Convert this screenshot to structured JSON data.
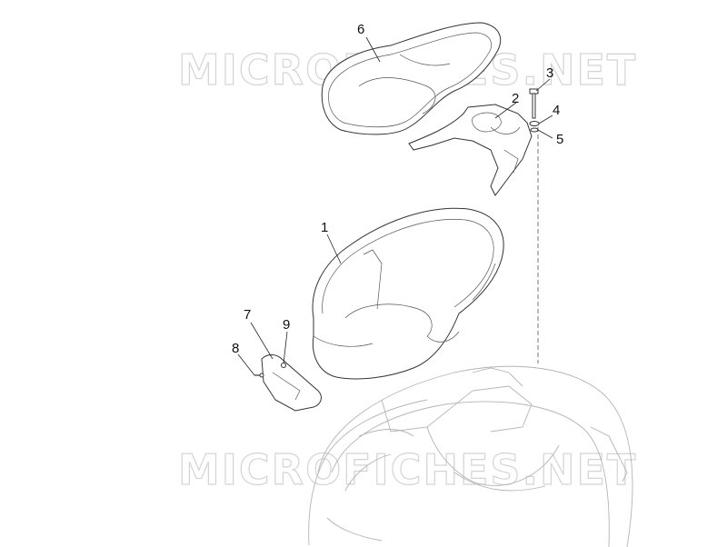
{
  "watermark_top": "MICROFICHES.NET",
  "watermark_bottom": "MICROFICHES.NET",
  "callouts": {
    "c1": "1",
    "c2": "2",
    "c3": "3",
    "c4": "4",
    "c5": "5",
    "c6": "6",
    "c7": "7",
    "c8": "8",
    "c9": "9"
  }
}
